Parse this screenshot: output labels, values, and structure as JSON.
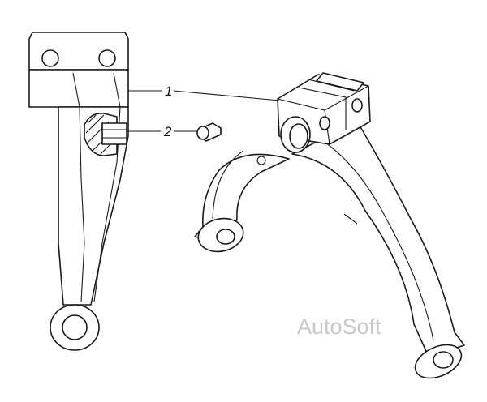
{
  "callouts": [
    {
      "label": "1"
    },
    {
      "label": "2"
    }
  ],
  "watermark": "AutoSoft",
  "colors": {
    "line": "#1a1a1a",
    "background": "#ffffff",
    "watermark": "#c8c8c8"
  }
}
